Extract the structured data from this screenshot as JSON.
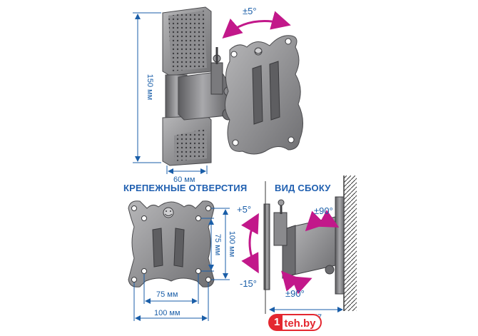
{
  "top_view": {
    "height_label": "150 мм",
    "depth_label": "60 мм",
    "tilt_label": "±5°"
  },
  "holes_view": {
    "title": "КРЕПЕЖНЫЕ ОТВЕРСТИЯ",
    "inner_width_label": "75 мм",
    "outer_width_label": "100 мм",
    "inner_height_label": "75 мм",
    "outer_height_label": "100 мм"
  },
  "side_view": {
    "title": "ВИД СБОКУ",
    "tilt_up_label": "+5°",
    "tilt_down_label": "-15°",
    "swivel_top_label": "±90°",
    "swivel_bottom_label": "±90°",
    "min_depth_label": "min 57"
  },
  "watermark": {
    "number": "1",
    "text": "teh.by"
  },
  "colors": {
    "dimension_blue": "#1a5ea8",
    "arrow_magenta": "#c2188a",
    "metal_gray": "#8d8d8f",
    "heading_blue": "#1f5fb0"
  }
}
